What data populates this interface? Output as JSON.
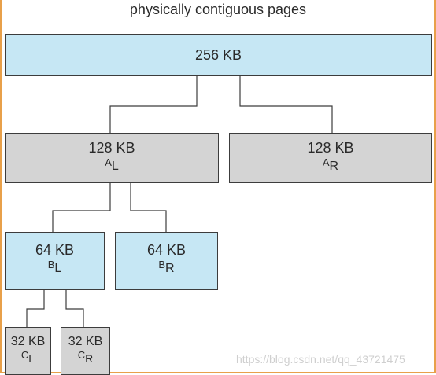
{
  "diagram": {
    "title": "physically contiguous pages",
    "root": {
      "size": "256 KB"
    },
    "level1": [
      {
        "size": "128 KB",
        "label": "A",
        "subscript": "L"
      },
      {
        "size": "128 KB",
        "label": "A",
        "subscript": "R"
      }
    ],
    "level2": [
      {
        "size": "64 KB",
        "label": "B",
        "subscript": "L"
      },
      {
        "size": "64 KB",
        "label": "B",
        "subscript": "R"
      }
    ],
    "level3": [
      {
        "size": "32 KB",
        "label": "C",
        "subscript": "L"
      },
      {
        "size": "32 KB",
        "label": "C",
        "subscript": "R"
      }
    ],
    "watermark": "https://blog.csdn.net/qq_43721475"
  },
  "colors": {
    "allocated_block": "#c6e7f4",
    "free_block": "#d4d4d4",
    "frame_border": "#e8a04a"
  }
}
